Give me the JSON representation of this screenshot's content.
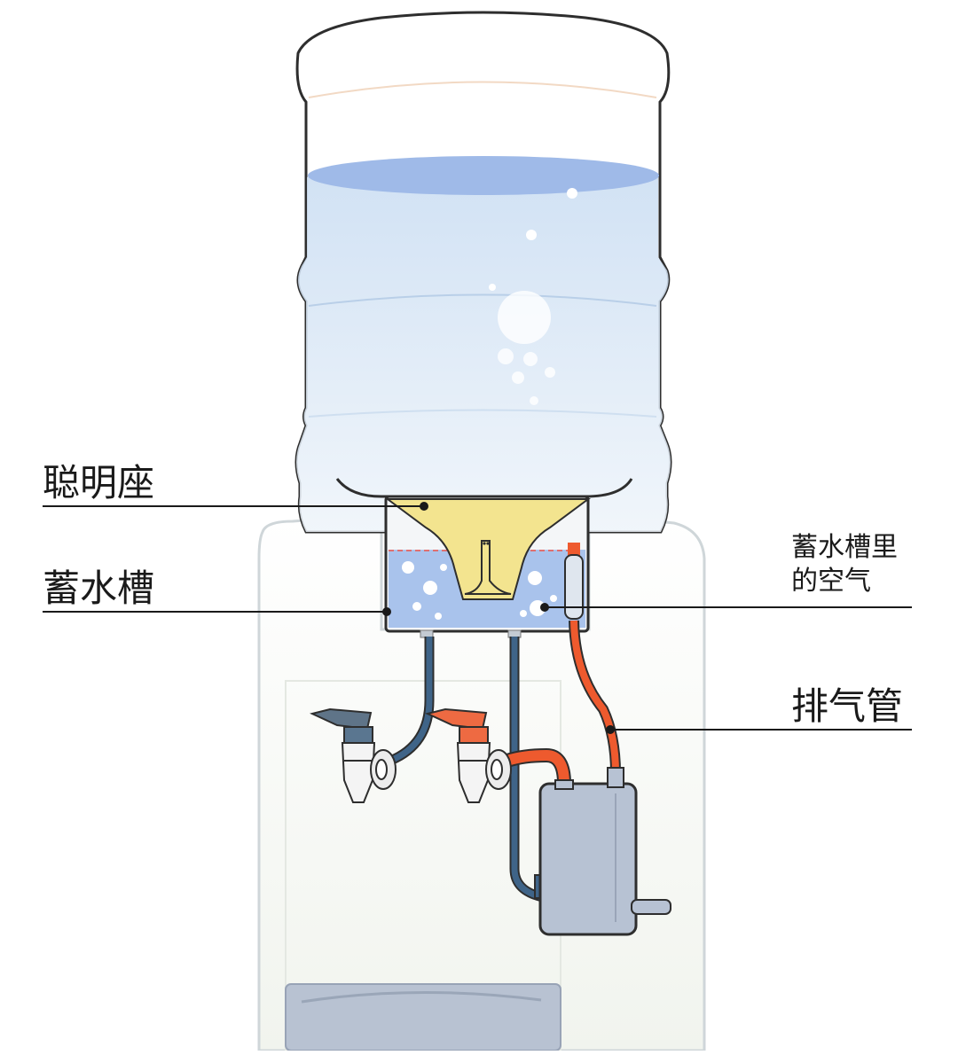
{
  "labels": {
    "seat": "聪明座",
    "tank": "蓄水槽",
    "tank_air_line1": "蓄水槽里",
    "tank_air_line2": "的空气",
    "vent_pipe": "排气管"
  },
  "colors": {
    "water": "#a9c3ec",
    "water_light": "#d4e4f6",
    "seat_yellow": "#f3e48f",
    "cold_pipe": "#3f6488",
    "hot_pipe": "#ee5a2e",
    "outline": "#2e2e2e",
    "body_outline": "#c8cfd4",
    "heater": "#b7c2d3"
  }
}
